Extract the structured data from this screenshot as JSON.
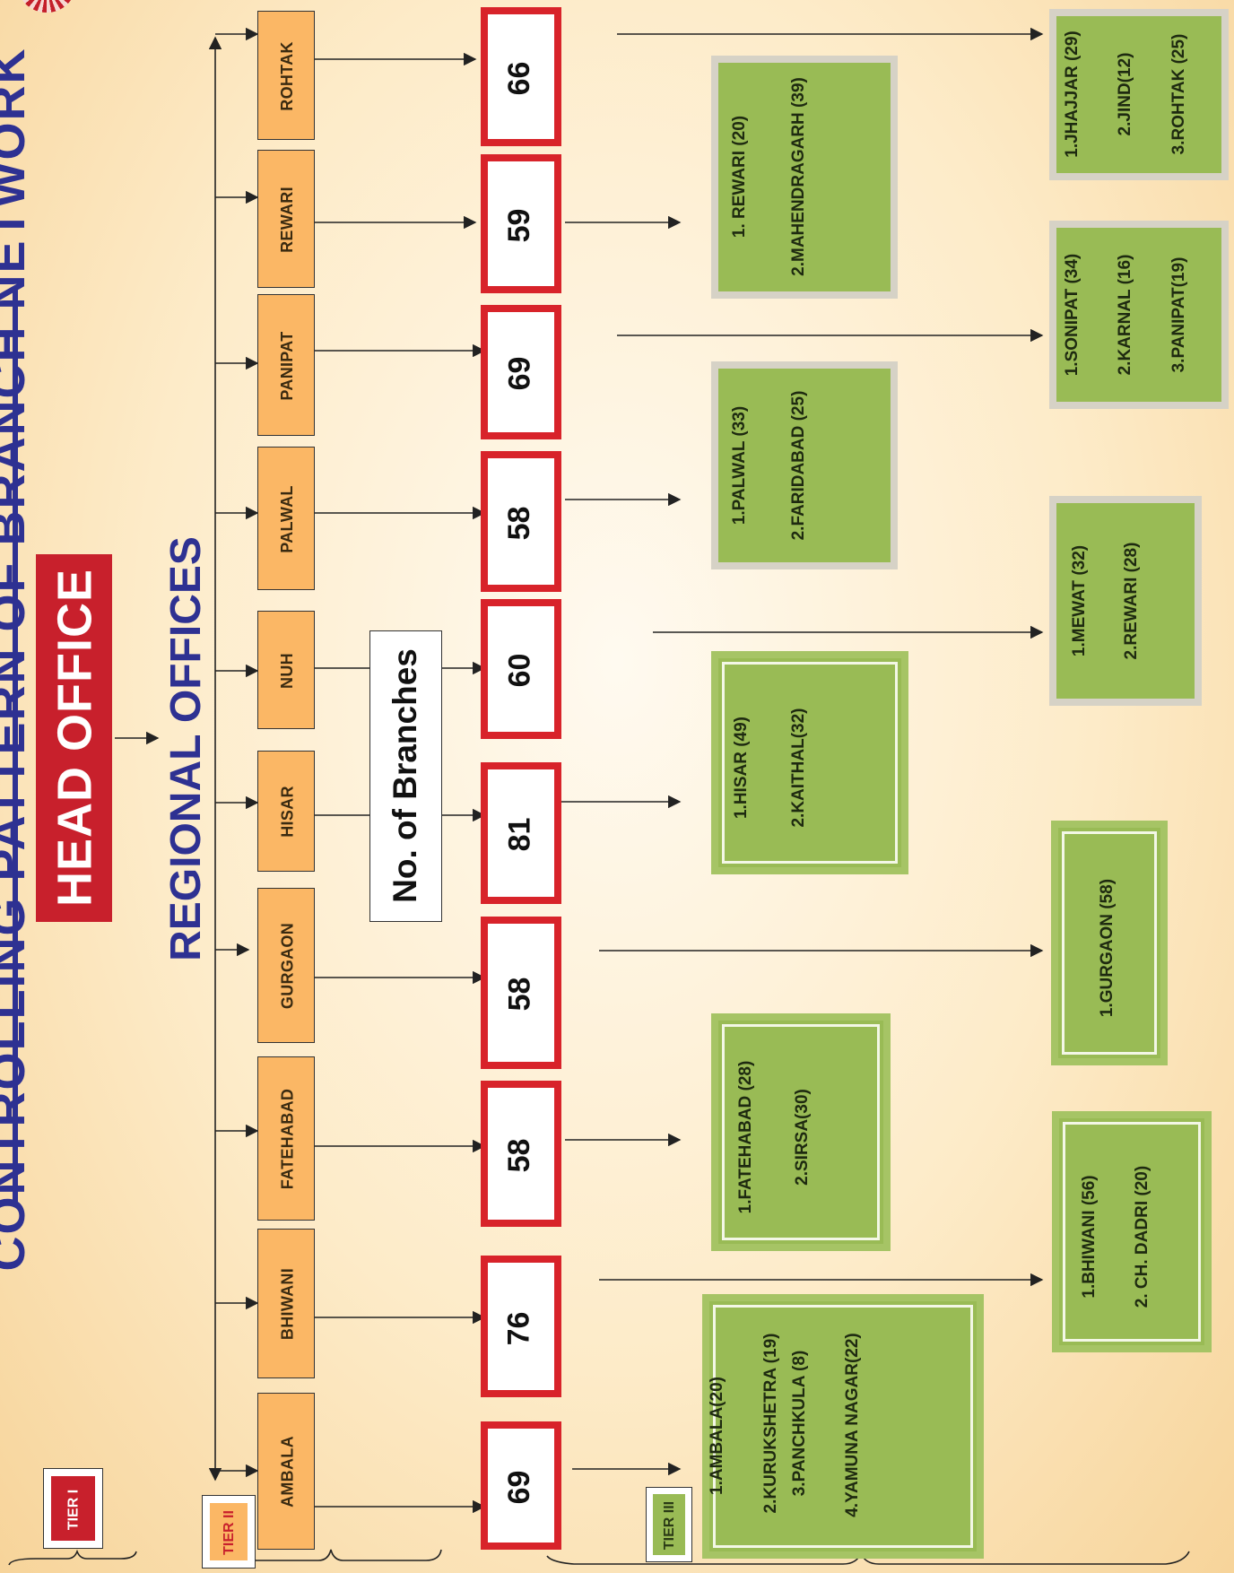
{
  "title": "CONTROLLING PATTERN OF BRANCH NETWORK",
  "head_office": "HEAD OFFICE",
  "regional_offices_label": "REGIONAL OFFICES",
  "branches_label": "No. of Branches",
  "tiers": {
    "tier1": "TIER I",
    "tier2": "TIER II",
    "tier3": "TIER III"
  },
  "regions": [
    {
      "name": "AMBALA",
      "branches": "69",
      "districts": [
        "1.AMBALA(20)",
        "2.KURUKSHETRA (19)",
        "3.PANCHKULA (8)",
        "4.YAMUNA NAGAR(22)"
      ]
    },
    {
      "name": "BHIWANI",
      "branches": "76",
      "districts": [
        "1.BHIWANI (56)",
        "2. CH. DADRI (20)"
      ]
    },
    {
      "name": "FATEHABAD",
      "branches": "58",
      "districts": [
        "1.FATEHABAD   (28)",
        "2.SIRSA(30)"
      ]
    },
    {
      "name": "GURGAON",
      "branches": "58",
      "districts": [
        "1.GURGAON (58)"
      ]
    },
    {
      "name": "HISAR",
      "branches": "81",
      "districts": [
        "1.HISAR (49)",
        "2.KAITHAL(32)"
      ]
    },
    {
      "name": "NUH",
      "branches": "60",
      "districts": [
        "1.MEWAT (32)",
        "2.REWARI (28)"
      ]
    },
    {
      "name": "PALWAL",
      "branches": "58",
      "districts": [
        "1.PALWAL (33)",
        "2.FARIDABAD (25)"
      ]
    },
    {
      "name": "PANIPAT",
      "branches": "69",
      "districts": [
        "1.SONIPAT (34)",
        "2.KARNAL (16)",
        "3.PANIPAT(19)"
      ]
    },
    {
      "name": "REWARI",
      "branches": "59",
      "districts": [
        "1. REWARI (20)",
        "2.MAHENDRAGARH (39)"
      ]
    },
    {
      "name": "ROHTAK",
      "branches": "66",
      "districts": [
        "1.JHAJJAR (29)",
        "2.JIND(12)",
        "3.ROHTAK (25)"
      ]
    }
  ],
  "colors": {
    "regional_box": "#fbb765",
    "branch_border": "#d8232a",
    "district_box": "#99bb55",
    "head_office_bg": "#c8202c",
    "title_blue": "#2e3192"
  }
}
